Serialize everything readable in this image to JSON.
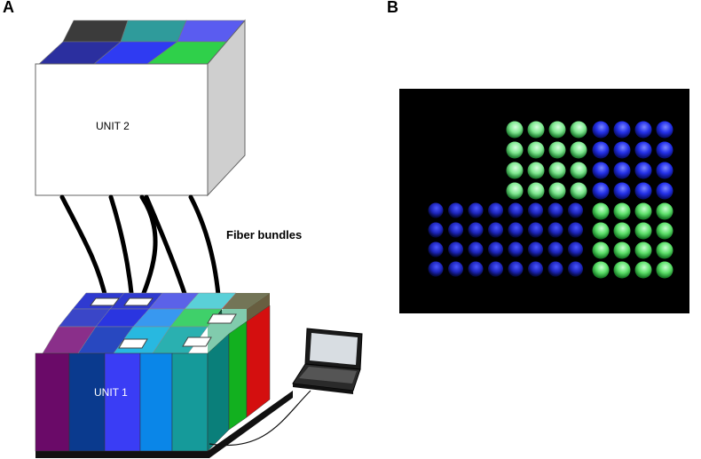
{
  "panels": {
    "a_label": "A",
    "b_label": "B"
  },
  "diagram": {
    "unit2_label": "UNIT 2",
    "unit1_label": "UNIT 1",
    "fiber_label": "Fiber bundles",
    "unit2_top_colors": [
      "#3b3b3b",
      "#2f9b9b",
      "#5a5cf0",
      "#2b2f9f",
      "#2f3bf2",
      "#2fd04a"
    ],
    "unit1_front_colors": [
      "#6a0a68",
      "#0a3a8e",
      "#3a3df5",
      "#0a86e8",
      "#159a9a",
      "#0a7f7a",
      "#12b01f",
      "#d40f0f"
    ]
  },
  "photo": {
    "background": "#000000",
    "green_led": "#66f07a",
    "blue_led": "#2a35ff"
  }
}
